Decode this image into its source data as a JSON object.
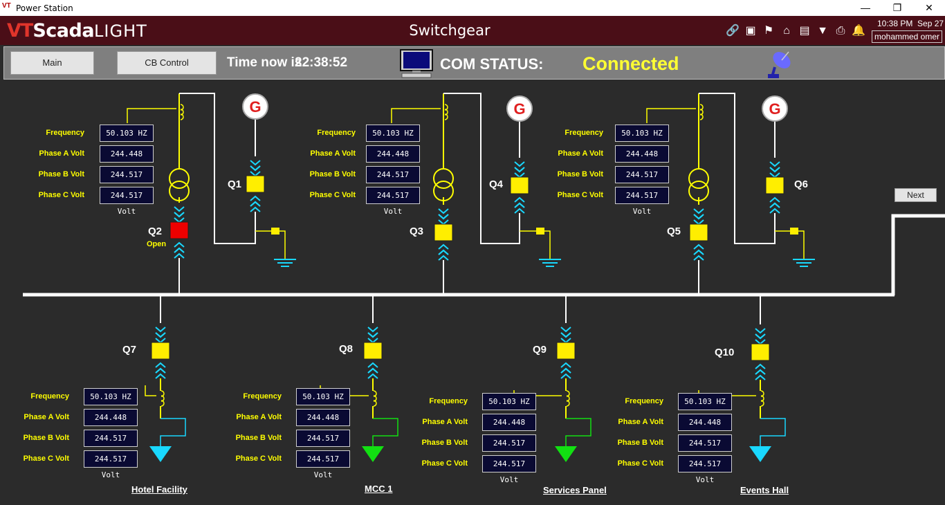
{
  "window": {
    "title": "Power Station",
    "icon_text": "VT"
  },
  "header": {
    "logo_vt": "VT",
    "logo_scada": "Scada",
    "logo_light": "LIGHT",
    "page_title": "Switchgear",
    "clock_time": "10:38 PM",
    "clock_date": "Sep 27",
    "user": "mohammed omer"
  },
  "toolbar": {
    "main_button": "Main",
    "cb_control_button": "CB Control",
    "time_label": "Time now is",
    "time_value": "22:38:52",
    "com_label": "COM STATUS:",
    "com_status": "Connected"
  },
  "labels": {
    "frequency": "Frequency",
    "phase_a": "Phase A Volt",
    "phase_b": "Phase B Volt",
    "phase_c": "Phase C Volt"
  },
  "generators": [
    {
      "gen_symbol": "G",
      "gen_breaker": "Q1",
      "main_breaker": "Q2",
      "main_state_text": "Open",
      "frequency": "50.103 HZ",
      "phase_a": "244.448 Volt",
      "phase_b": "244.517 Volt",
      "phase_c": "244.517 Volt"
    },
    {
      "gen_symbol": "G",
      "gen_breaker": "Q4",
      "main_breaker": "Q3",
      "main_state_text": "",
      "frequency": "50.103 HZ",
      "phase_a": "244.448 Volt",
      "phase_b": "244.517 Volt",
      "phase_c": "244.517 Volt"
    },
    {
      "gen_symbol": "G",
      "gen_breaker": "Q6",
      "main_breaker": "Q5",
      "main_state_text": "",
      "frequency": "50.103 HZ",
      "phase_a": "244.448 Volt",
      "phase_b": "244.517 Volt",
      "phase_c": "244.517 Volt"
    }
  ],
  "feeders": [
    {
      "breaker": "Q7",
      "name": "Hotel Facility",
      "frequency": "50.103 HZ",
      "phase_a": "244.448 Volt",
      "phase_b": "244.517 Volt",
      "phase_c": "244.517 Volt",
      "arrow_color": "#19d8ff"
    },
    {
      "breaker": "Q8",
      "name": "MCC 1",
      "frequency": "50.103 HZ",
      "phase_a": "244.448 Volt",
      "phase_b": "244.517 Volt",
      "phase_c": "244.517 Volt",
      "arrow_color": "#12e012"
    },
    {
      "breaker": "Q9",
      "name": "Services Panel",
      "frequency": "50.103 HZ",
      "phase_a": "244.448 Volt",
      "phase_b": "244.517 Volt",
      "phase_c": "244.517 Volt",
      "arrow_color": "#12e012"
    },
    {
      "breaker": "Q10",
      "name": "Events Hall",
      "frequency": "50.103 HZ",
      "phase_a": "244.448 Volt",
      "phase_b": "244.517 Volt",
      "phase_c": "244.517 Volt",
      "arrow_color": "#19d8ff"
    }
  ],
  "next_button": "Next",
  "colors": {
    "breaker_closed": "#ffee00",
    "breaker_open": "#ee0000",
    "busbar": "#ffffff",
    "signal": "#ffff00",
    "connector": "#19d8ff"
  }
}
